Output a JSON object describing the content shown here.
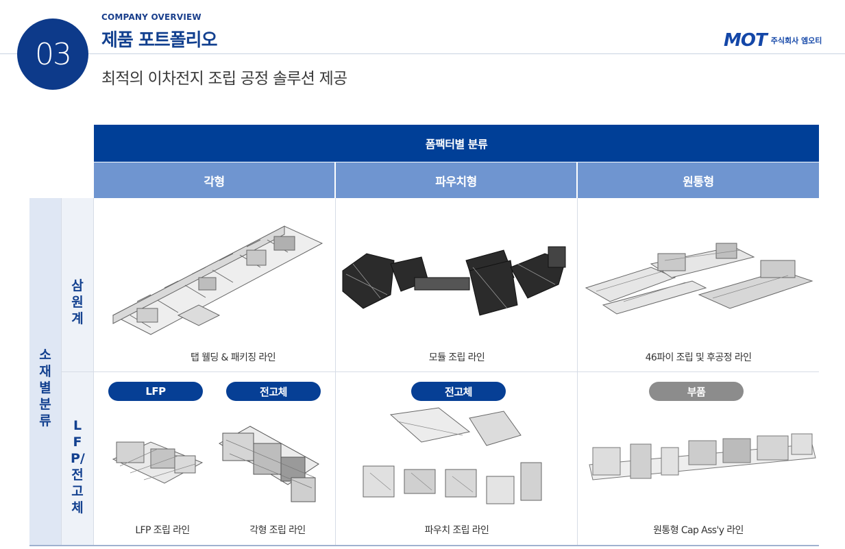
{
  "header": {
    "section_number": "03",
    "overview_label": "COMPANY OVERVIEW",
    "title": "제품 포트폴리오",
    "subtitle": "최적의 이차전지 조립 공정 솔루션 제공"
  },
  "logo": {
    "mark": "MOT",
    "company_name": "주식회사 엠오티"
  },
  "table": {
    "main_header": "폼팩터별 분류",
    "columns": [
      "각형",
      "파우치형",
      "원통형"
    ],
    "row_group_label": "소재별 분류",
    "rows": [
      {
        "label": "삼원계",
        "cells": [
          {
            "caption": "탭 웰딩 & 패키징 라인"
          },
          {
            "caption": "모듈 조립 라인"
          },
          {
            "caption": "46파이 조립 및 후공정 라인"
          }
        ]
      },
      {
        "label": "LFP/전고체",
        "cells": [
          {
            "badges": [
              "LFP",
              "전고체"
            ],
            "captions": [
              "LFP 조립 라인",
              "각형 조립 라인"
            ]
          },
          {
            "badges": [
              "전고체"
            ],
            "captions": [
              "파우치 조립 라인"
            ]
          },
          {
            "badges": [
              "부품"
            ],
            "captions": [
              "원통형 Cap Ass'y 라인"
            ]
          }
        ]
      }
    ]
  },
  "colors": {
    "navy": "#003f97",
    "header_light": "#6f95d0",
    "badge_gray": "#8c8c8c"
  }
}
